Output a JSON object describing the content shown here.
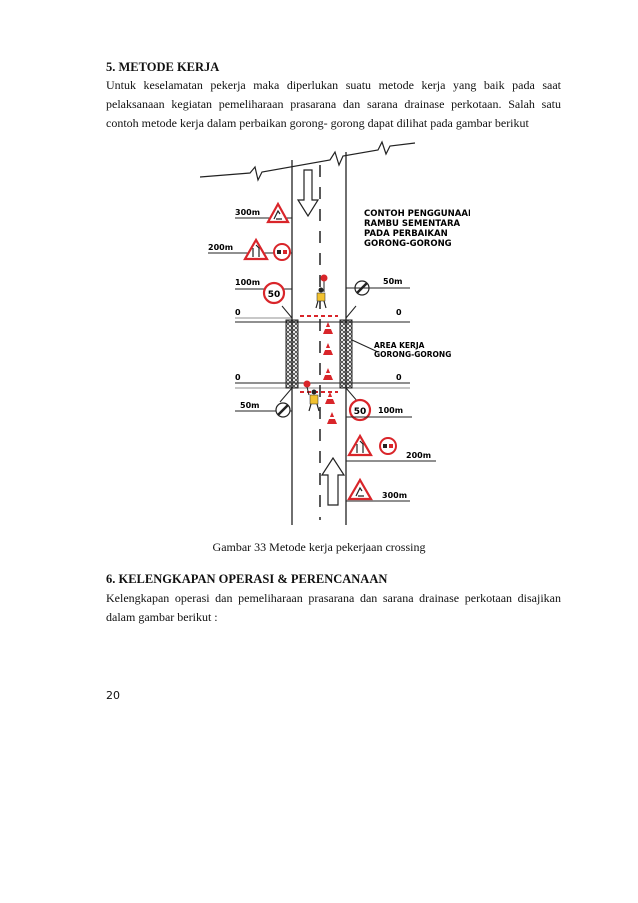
{
  "section5": {
    "heading": "5.  METODE KERJA",
    "paragraph": "Untuk keselamatan pekerja maka diperlukan suatu metode kerja yang baik pada saat pelaksanaan kegiatan pemeliharaan prasarana dan sarana drainase perkotaan.  Salah satu contoh metode kerja dalam perbaikan gorong- gorong dapat dilihat pada gambar berikut"
  },
  "figure": {
    "title_lines": [
      "CONTOH PENGGUNAAN",
      "RAMBU SEMENTARA",
      "PADA PERBAIKAN",
      "GORONG-GORONG"
    ],
    "area_label_lines": [
      "AREA KERJA",
      "GORONG-GORONG"
    ],
    "distances": {
      "d300": "300m",
      "d200": "200m",
      "d100": "100m",
      "d50": "50m",
      "d0": "0"
    },
    "speed_limit": "50",
    "caption": "Gambar 33 Metode kerja pekerjaan crossing",
    "colors": {
      "sign_red": "#d9252a",
      "line": "#222222",
      "worker": "#f2c230"
    }
  },
  "section6": {
    "heading": "6.  KELENGKAPAN OPERASI & PERENCANAAN",
    "paragraph": "Kelengkapan operasi dan pemeliharaan prasarana dan sarana drainase perkotaan disajikan dalam gambar berikut :"
  },
  "page_number": "20"
}
